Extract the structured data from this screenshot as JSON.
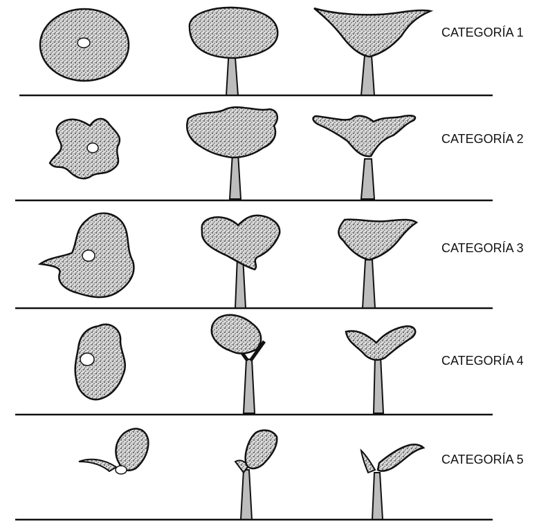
{
  "colors": {
    "ink": "#111111",
    "background": "#ffffff"
  },
  "categories": [
    {
      "label": "CATEGORÍA 1"
    },
    {
      "label": "CATEGORÍA 2"
    },
    {
      "label": "CATEGORÍA 3"
    },
    {
      "label": "CATEGORÍA 4"
    },
    {
      "label": "CATEGORÍA 5"
    }
  ]
}
